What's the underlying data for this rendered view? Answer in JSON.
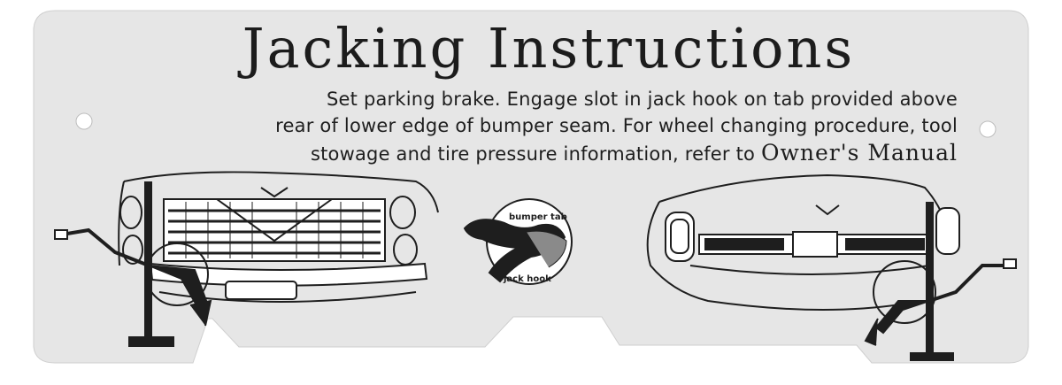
{
  "title": "Jacking Instructions",
  "instructions": {
    "line1": "Set parking brake. Engage slot in jack hook on tab provided above",
    "line2": "rear of lower edge of bumper seam. For wheel changing procedure, tool",
    "line3_text": "stowage and tire pressure information, refer to ",
    "line3_manual": "Owner's Manual"
  },
  "diagram": {
    "tab_label": "bumper tab",
    "hook_label": "jack hook"
  },
  "icons": {
    "front_illustration": "car-front-jack-illustration",
    "rear_illustration": "car-rear-jack-illustration",
    "detail": "bumper-tab-jack-hook-detail"
  },
  "colors": {
    "card": "#e6e6e6",
    "ink": "#1e1e1e"
  }
}
